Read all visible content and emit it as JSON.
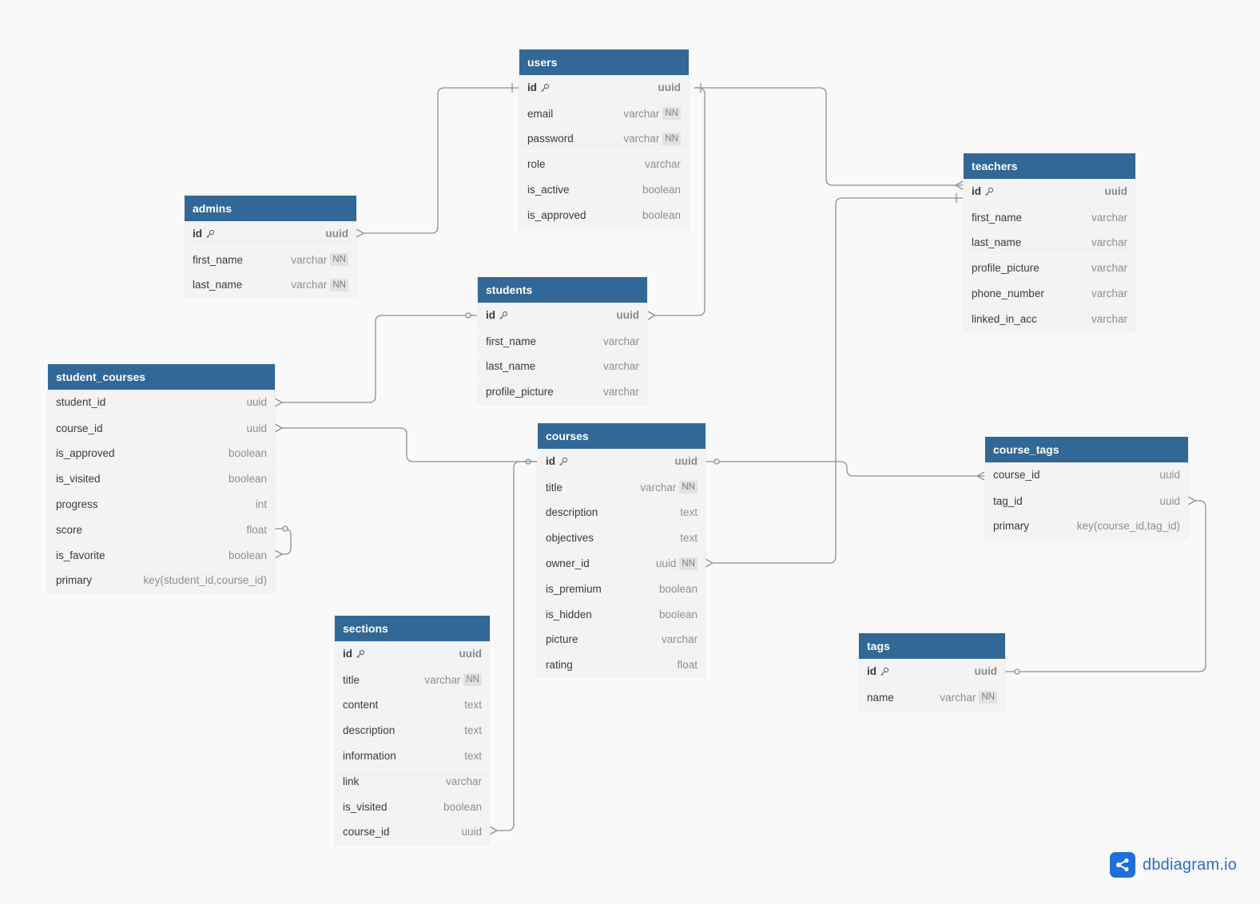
{
  "tables": [
    {
      "id": "users",
      "name": "users",
      "fields": [
        {
          "name": "id",
          "type": "uuid",
          "pk": true
        },
        {
          "name": "email",
          "type": "varchar",
          "nn": "NN"
        },
        {
          "name": "password",
          "type": "varchar",
          "nn": "NN"
        },
        {
          "name": "role",
          "type": "varchar"
        },
        {
          "name": "is_active",
          "type": "boolean"
        },
        {
          "name": "is_approved",
          "type": "boolean"
        }
      ]
    },
    {
      "id": "admins",
      "name": "admins",
      "fields": [
        {
          "name": "id",
          "type": "uuid",
          "pk": true
        },
        {
          "name": "first_name",
          "type": "varchar",
          "nn": "NN"
        },
        {
          "name": "last_name",
          "type": "varchar",
          "nn": "NN"
        }
      ]
    },
    {
      "id": "teachers",
      "name": "teachers",
      "fields": [
        {
          "name": "id",
          "type": "uuid",
          "pk": true
        },
        {
          "name": "first_name",
          "type": "varchar"
        },
        {
          "name": "last_name",
          "type": "varchar"
        },
        {
          "name": "profile_picture",
          "type": "varchar"
        },
        {
          "name": "phone_number",
          "type": "varchar"
        },
        {
          "name": "linked_in_acc",
          "type": "varchar"
        }
      ]
    },
    {
      "id": "students",
      "name": "students",
      "fields": [
        {
          "name": "id",
          "type": "uuid",
          "pk": true
        },
        {
          "name": "first_name",
          "type": "varchar"
        },
        {
          "name": "last_name",
          "type": "varchar"
        },
        {
          "name": "profile_picture",
          "type": "varchar"
        }
      ]
    },
    {
      "id": "student_courses",
      "name": "student_courses",
      "fields": [
        {
          "name": "student_id",
          "type": "uuid"
        },
        {
          "name": "course_id",
          "type": "uuid"
        },
        {
          "name": "is_approved",
          "type": "boolean"
        },
        {
          "name": "is_visited",
          "type": "boolean"
        },
        {
          "name": "progress",
          "type": "int"
        },
        {
          "name": "score",
          "type": "float"
        },
        {
          "name": "is_favorite",
          "type": "boolean"
        },
        {
          "name": "primary",
          "type": "key(student_id,course_id)"
        }
      ]
    },
    {
      "id": "courses",
      "name": "courses",
      "fields": [
        {
          "name": "id",
          "type": "uuid",
          "pk": true
        },
        {
          "name": "title",
          "type": "varchar",
          "nn": "NN"
        },
        {
          "name": "description",
          "type": "text"
        },
        {
          "name": "objectives",
          "type": "text"
        },
        {
          "name": "owner_id",
          "type": "uuid",
          "nn": "NN"
        },
        {
          "name": "is_premium",
          "type": "boolean"
        },
        {
          "name": "is_hidden",
          "type": "boolean"
        },
        {
          "name": "picture",
          "type": "varchar"
        },
        {
          "name": "rating",
          "type": "float"
        }
      ]
    },
    {
      "id": "course_tags",
      "name": "course_tags",
      "fields": [
        {
          "name": "course_id",
          "type": "uuid"
        },
        {
          "name": "tag_id",
          "type": "uuid"
        },
        {
          "name": "primary",
          "type": "key(course_id,tag_id)"
        }
      ]
    },
    {
      "id": "sections",
      "name": "sections",
      "fields": [
        {
          "name": "id",
          "type": "uuid",
          "pk": true
        },
        {
          "name": "title",
          "type": "varchar",
          "nn": "NN"
        },
        {
          "name": "content",
          "type": "text"
        },
        {
          "name": "description",
          "type": "text"
        },
        {
          "name": "information",
          "type": "text"
        },
        {
          "name": "link",
          "type": "varchar"
        },
        {
          "name": "is_visited",
          "type": "boolean"
        },
        {
          "name": "course_id",
          "type": "uuid"
        }
      ]
    },
    {
      "id": "tags",
      "name": "tags",
      "fields": [
        {
          "name": "id",
          "type": "uuid",
          "pk": true
        },
        {
          "name": "name",
          "type": "varchar",
          "nn": "NN"
        }
      ]
    }
  ],
  "relationships": [
    {
      "from": "admins.id",
      "to": "users.id"
    },
    {
      "from": "teachers.id",
      "to": "users.id"
    },
    {
      "from": "students.id",
      "to": "users.id"
    },
    {
      "from": "student_courses.student_id",
      "to": "students.id"
    },
    {
      "from": "student_courses.course_id",
      "to": "courses.id"
    },
    {
      "from": "student_courses.is_favorite",
      "to": "student_courses.score"
    },
    {
      "from": "course_tags.course_id",
      "to": "courses.id"
    },
    {
      "from": "course_tags.tag_id",
      "to": "tags.id"
    },
    {
      "from": "courses.owner_id",
      "to": "teachers.id"
    },
    {
      "from": "sections.course_id",
      "to": "courses.id"
    }
  ],
  "branding": {
    "logo_text": "dbdiagram.io",
    "logo_icon": "share-nodes-icon"
  },
  "colors": {
    "header": "#316896",
    "accent": "#2b6bcb"
  }
}
